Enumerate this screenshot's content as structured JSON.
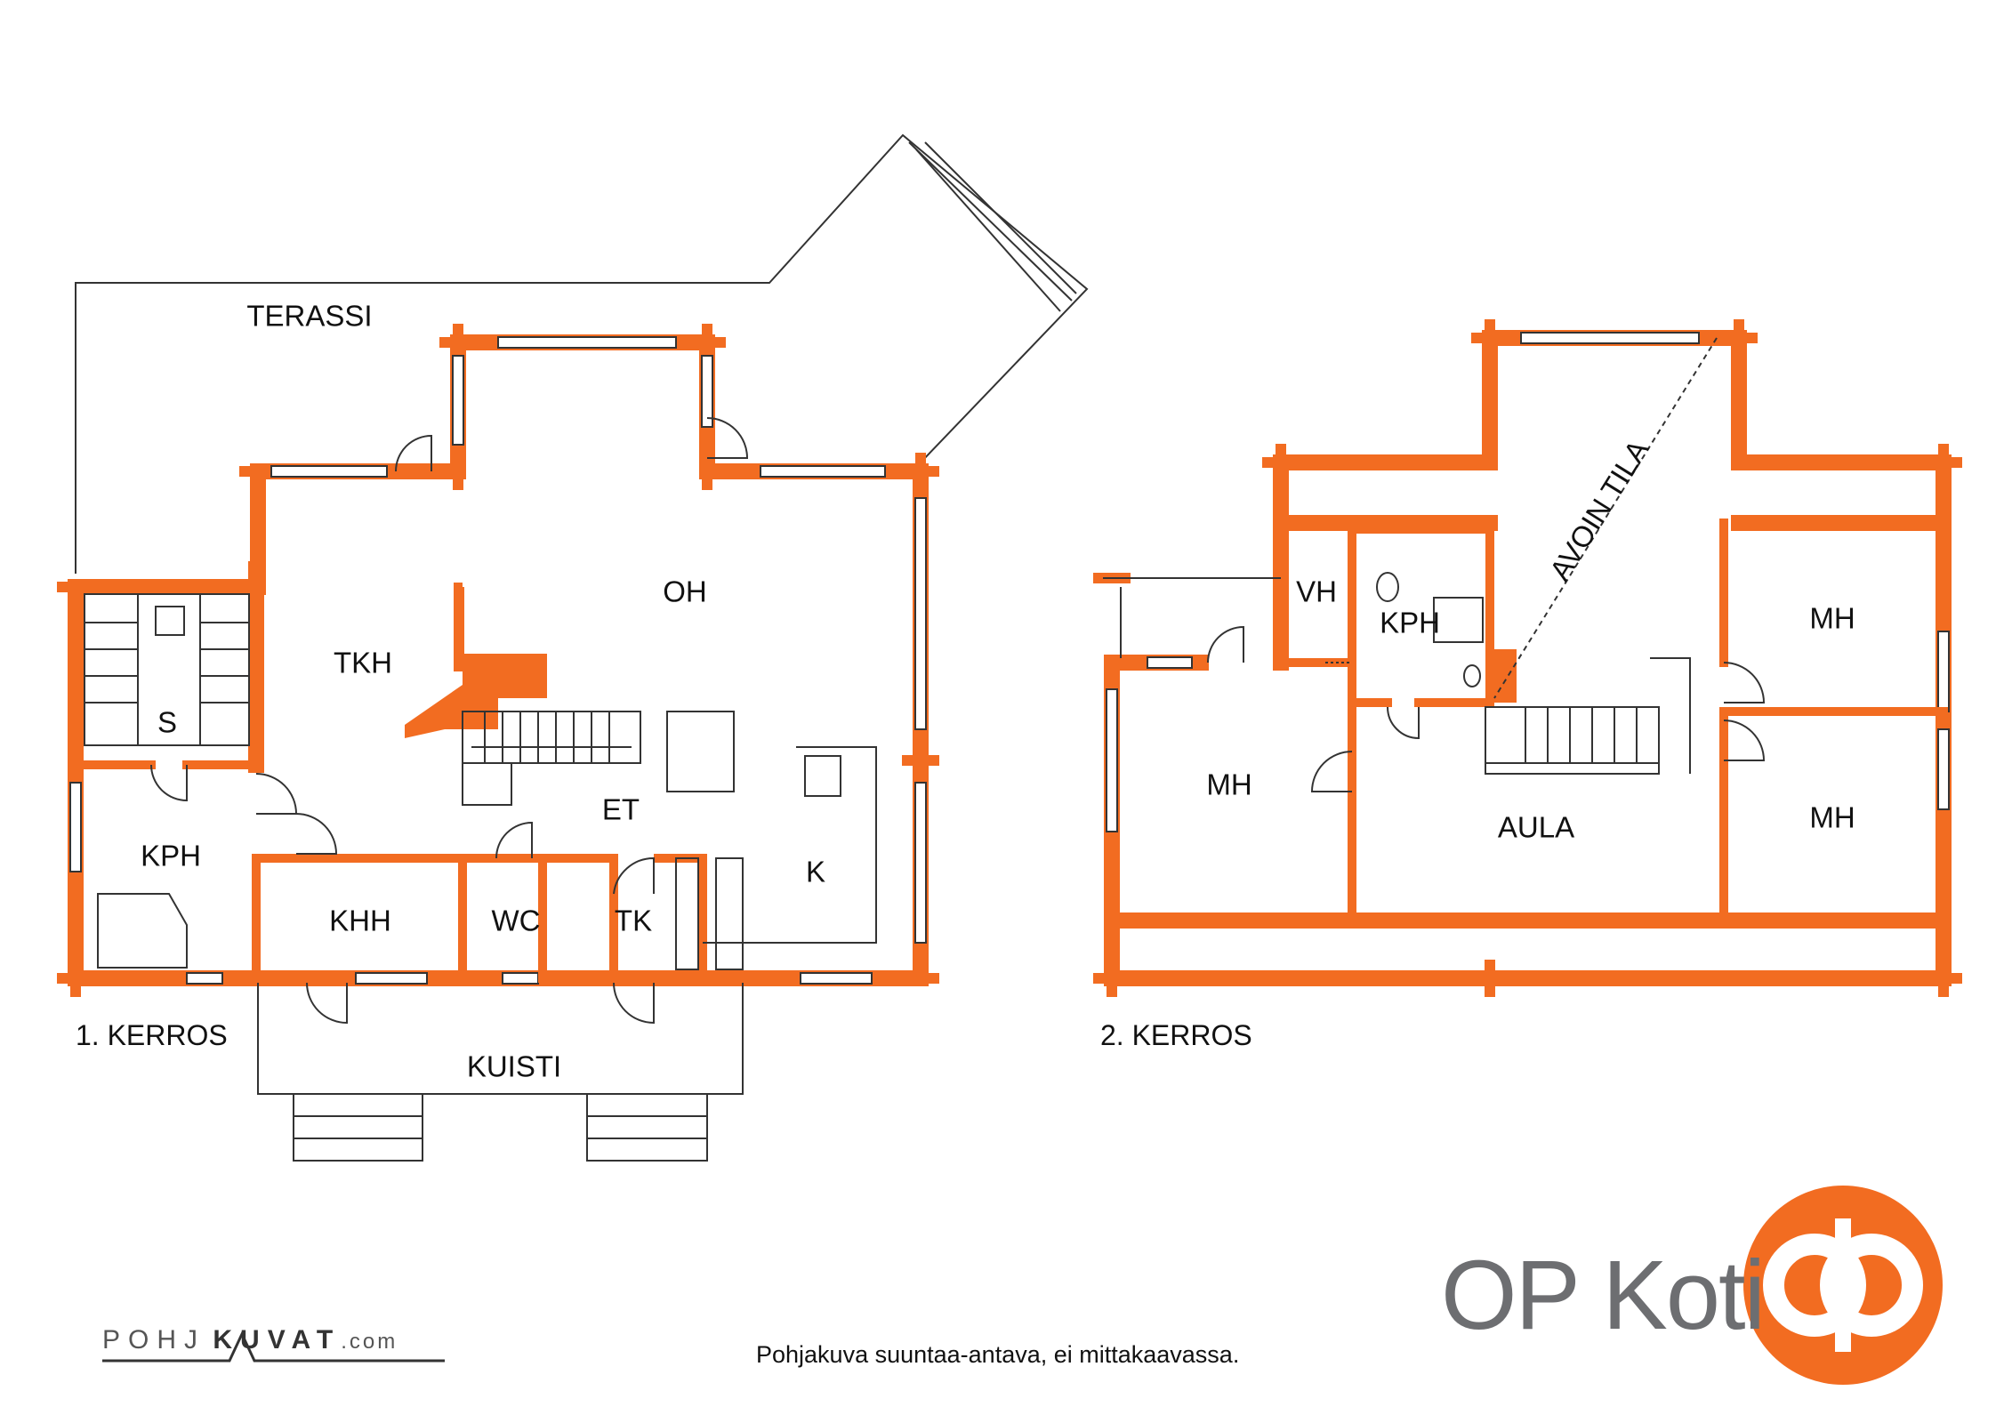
{
  "floor1": {
    "caption": "1. KERROS",
    "rooms": {
      "terassi": "TERASSI",
      "oh": "OH",
      "tkh": "TKH",
      "s": "S",
      "kph": "KPH",
      "et": "ET",
      "k": "K",
      "khh": "KHH",
      "wc": "WC",
      "tk": "TK",
      "kuisti": "KUISTI"
    }
  },
  "floor2": {
    "caption": "2. KERROS",
    "rooms": {
      "avoin_tila": "AVOIN TILA",
      "vh": "VH",
      "kph": "KPH",
      "mh_left": "MH",
      "mh_right_top": "MH",
      "mh_right_bottom": "MH",
      "aula": "AULA"
    }
  },
  "footer": {
    "disclaimer": "Pohjakuva suuntaa-antava, ei mittakaavassa.",
    "credit_left": "POHJ",
    "credit_right": "KUVAT",
    "credit_domain": ".com"
  },
  "brand": {
    "name": "OP Koti",
    "logo_color": "#f26c21",
    "text_color": "#6d6e71"
  },
  "colors": {
    "wall": "#f26c21",
    "line": "#333333"
  }
}
